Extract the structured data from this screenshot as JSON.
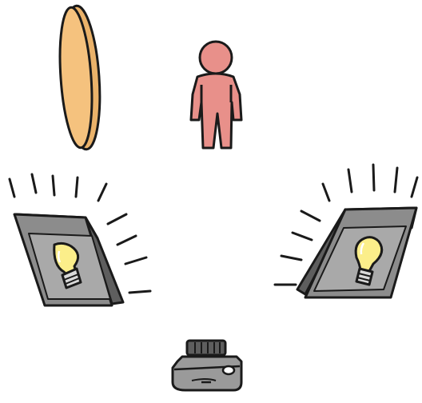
{
  "scene": {
    "elements": [
      "reflector-disc",
      "person-figure",
      "light-panel-left",
      "light-panel-right",
      "camera"
    ]
  },
  "colors": {
    "background": "#ffffff",
    "outline": "#1a1a1a",
    "reflector": "#f5c27e",
    "reflector_edge": "#eab26a",
    "person": "#e8908a",
    "panel_face": "#8c8c8c",
    "panel_side": "#5e5e5e",
    "panel_inner": "#a9a9a9",
    "bulb": "#fbee8a",
    "bulb_base": "#d9d9d9",
    "camera_body": "#9a9a9a",
    "camera_top": "#5e5e5e"
  },
  "icons": {
    "reflector": "reflector-disc-icon",
    "person": "person-icon",
    "light_left": "lightbulb-panel-icon",
    "light_right": "lightbulb-panel-icon",
    "camera": "camera-icon"
  }
}
